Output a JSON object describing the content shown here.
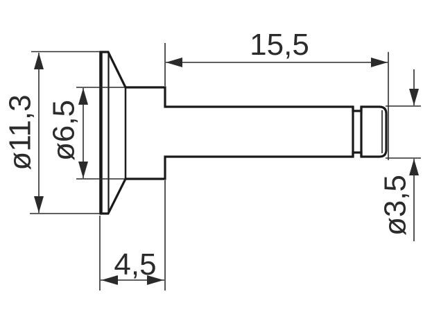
{
  "drawing": {
    "kind": "technical-dimension-drawing",
    "part_description": "countersunk flat-head pin, side profile view with circlip groove near chamfered end",
    "decimal_separator": ",",
    "colors": {
      "background": "#ffffff",
      "outline": "#1a1a1a",
      "dimension_lines": "#2b2b2b",
      "text": "#2b2b2b"
    },
    "dimensions": {
      "head_diameter": {
        "label": "ø11,3",
        "value": 11.3,
        "kind": "diameter",
        "applies_to": "head flat face",
        "orientation": "vertical-left"
      },
      "countersink_diameter": {
        "label": "ø6,5",
        "value": 6.5,
        "kind": "diameter",
        "applies_to": "head boss / cone base",
        "orientation": "vertical-left"
      },
      "shank_length": {
        "label": "15,5",
        "value": 15.5,
        "kind": "length",
        "applies_to": "shaft",
        "orientation": "horizontal-top"
      },
      "head_length": {
        "label": "4,5",
        "value": 4.5,
        "kind": "length",
        "applies_to": "head incl. boss",
        "orientation": "horizontal-bottom"
      },
      "shank_diameter": {
        "label": "ø3,5",
        "value": 3.5,
        "kind": "diameter",
        "applies_to": "shaft",
        "orientation": "vertical-right"
      }
    }
  }
}
